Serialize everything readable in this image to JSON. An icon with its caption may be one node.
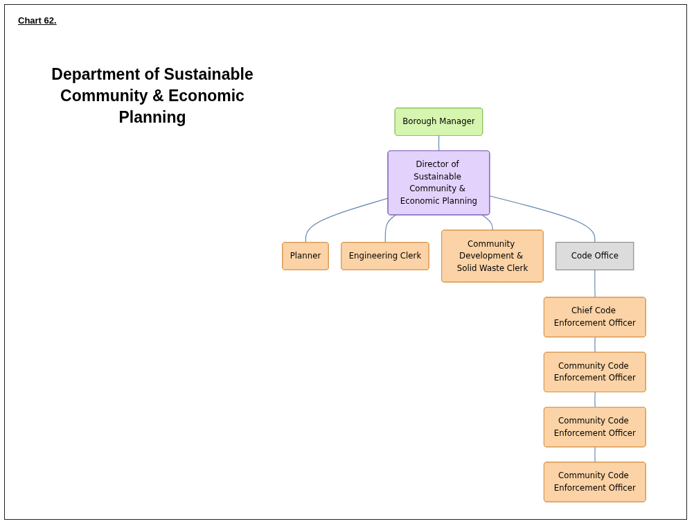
{
  "diagram": {
    "title": "Department of Sustainable Community & Economic Planning",
    "nodes": [
      {
        "text": [
          "Borough Manager"
        ]
      },
      {
        "text": [
          "Director of Sustainable Community & Economic Planning"
        ]
      },
      {
        "text": [
          "Planner"
        ]
      },
      {
        "text": [
          "Engineering Clerk"
        ]
      },
      {
        "text": [
          "Community Development & Solid Waste Clerk"
        ]
      },
      {
        "text": [
          "Code Office"
        ]
      },
      {
        "text": [
          "Chief Code Enforcement Officer"
        ]
      },
      {
        "text": [
          "Community Code Enforcement Officer"
        ]
      },
      {
        "text": [
          "Community Code Enforcement Officer"
        ]
      },
      {
        "text": [
          "Community Code Enforcement Officer"
        ]
      }
    ],
    "edges": [
      {
        "from": 0,
        "to": 1,
        "arrow": "none"
      },
      {
        "from": 1,
        "to": 2,
        "arrow": "none"
      },
      {
        "from": 1,
        "to": 3,
        "arrow": "none"
      },
      {
        "from": 1,
        "to": 4,
        "arrow": "none"
      },
      {
        "from": 1,
        "to": 5,
        "arrow": "none"
      },
      {
        "from": 5,
        "to": 6,
        "arrow": "none"
      },
      {
        "from": 6,
        "to": 7,
        "arrow": "none"
      },
      {
        "from": 7,
        "to": 8,
        "arrow": "none"
      },
      {
        "from": 8,
        "to": 9,
        "arrow": "none"
      }
    ],
    "labels": [
      "Chart 62."
    ]
  }
}
